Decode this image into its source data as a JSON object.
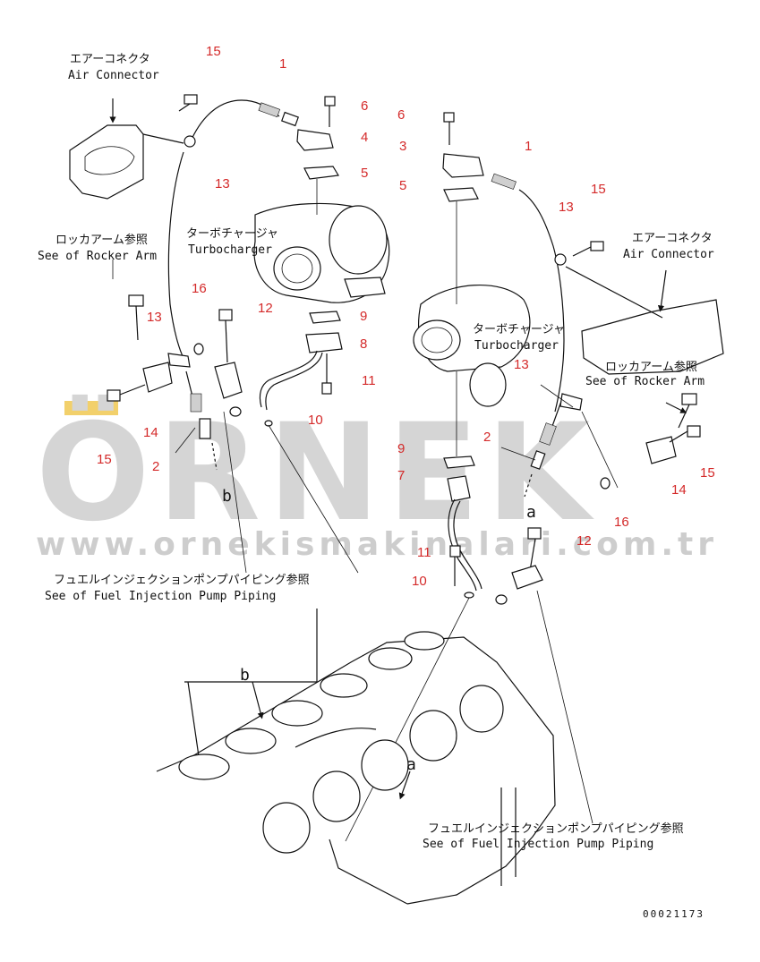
{
  "watermark": {
    "brand": "ÖRNEK",
    "url": "www.ornekismakinalari.com.tr"
  },
  "labels": {
    "air_connector_jp": "エアーコネクタ",
    "air_connector_en": "Air Connector",
    "rocker_arm_jp": "ロッカアーム参照",
    "rocker_arm_en": "See of Rocker Arm",
    "turbocharger_jp": "ターボチャージャ",
    "turbocharger_en": "Turbocharger",
    "fuel_pump_jp": "フュエルインジェクションポンプパイピング参照",
    "fuel_pump_en": "See of Fuel Injection Pump Piping",
    "ref_a": "a",
    "ref_b": "b"
  },
  "drawing_code": "00021173",
  "left_callouts": {
    "c15_top": "15",
    "c1": "1",
    "c6": "6",
    "c4": "4",
    "c13_top": "13",
    "c5": "5",
    "c13_mid": "13",
    "c16": "16",
    "c12": "12",
    "c9": "9",
    "c8": "8",
    "c11": "11",
    "c10": "10",
    "c14": "14",
    "c15_bottom": "15",
    "c2": "2"
  },
  "right_callouts": {
    "c6": "6",
    "c3": "3",
    "c5": "5",
    "c1": "1",
    "c13_top": "13",
    "c15_top": "15",
    "c13_mid": "13",
    "c2": "2",
    "c9": "9",
    "c7": "7",
    "c16": "16",
    "c14": "14",
    "c15_bottom": "15",
    "c12": "12",
    "c11": "11",
    "c10": "10"
  }
}
